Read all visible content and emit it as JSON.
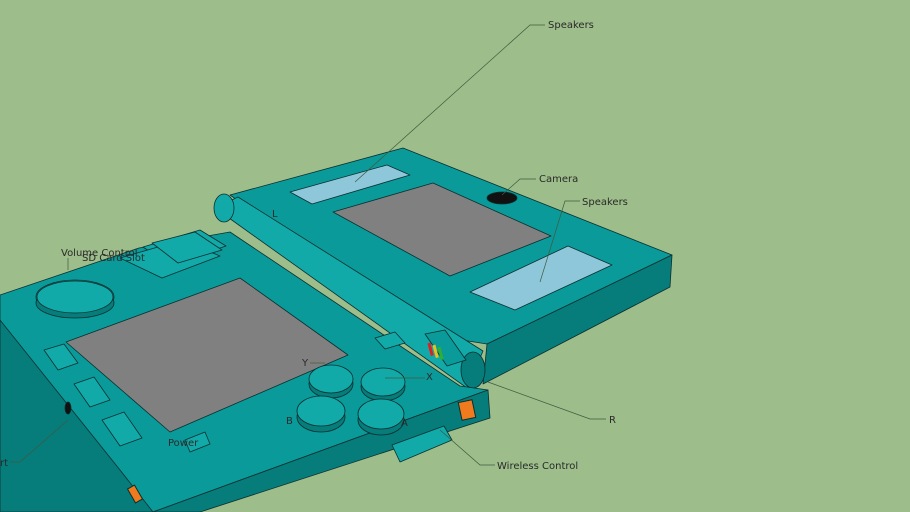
{
  "colors": {
    "background": "#9dbd8a",
    "shell": "#0a9a99",
    "shell_light": "#12aaa9",
    "shell_dark": "#067c7b",
    "edge": "#0b2f2f",
    "screen": "#808080",
    "speaker_mesh": "#8ec7d9",
    "camera": "#111111",
    "accent_orange": "#f07a1e",
    "leader_line": "#3f5a3f",
    "led_red": "#e02020",
    "led_yellow": "#e8c020",
    "led_green": "#30b030"
  },
  "labels": {
    "speakers_top": "Speakers",
    "camera": "Camera",
    "speakers_right": "Speakers",
    "volume_control": "Volume Control",
    "sd_card_slot": "SD Card Slot",
    "l_button": "L",
    "y_button": "Y",
    "x_button": "X",
    "b_button": "B",
    "a_button": "A",
    "power": "Power",
    "r_button": "R",
    "wireless_control": "Wireless Control",
    "port_partial": "rt"
  }
}
